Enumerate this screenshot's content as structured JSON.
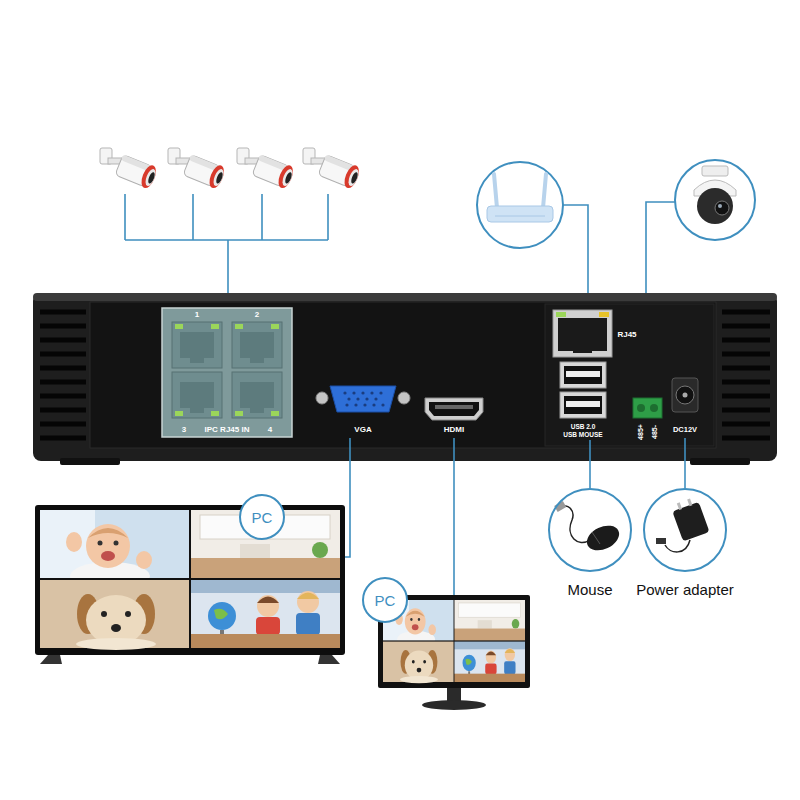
{
  "diagram": {
    "nodes": [
      {
        "text": [
          "1",
          "2",
          "3",
          "IPC RJ45 IN",
          "4"
        ]
      },
      {
        "text": [
          "VGA"
        ]
      },
      {
        "text": [
          "HDMI"
        ]
      },
      {
        "text": [
          "RJ45"
        ]
      },
      {
        "text": [
          "USB 2.0",
          "USB MOUSE"
        ]
      },
      {
        "text": [
          "485+",
          "485-"
        ]
      },
      {
        "text": [
          "DC12V"
        ]
      },
      {
        "text": [
          "PC"
        ]
      },
      {
        "text": [
          "PC"
        ]
      },
      {
        "text": [
          "Mouse"
        ]
      },
      {
        "text": [
          "Power adapter"
        ]
      }
    ],
    "edges": [
      {
        "from": 1,
        "to": 7,
        "arrow": "none"
      },
      {
        "from": 2,
        "to": 8,
        "arrow": "none"
      },
      {
        "from": 4,
        "to": 9,
        "arrow": "none"
      },
      {
        "from": 6,
        "to": 10,
        "arrow": "none"
      }
    ]
  }
}
